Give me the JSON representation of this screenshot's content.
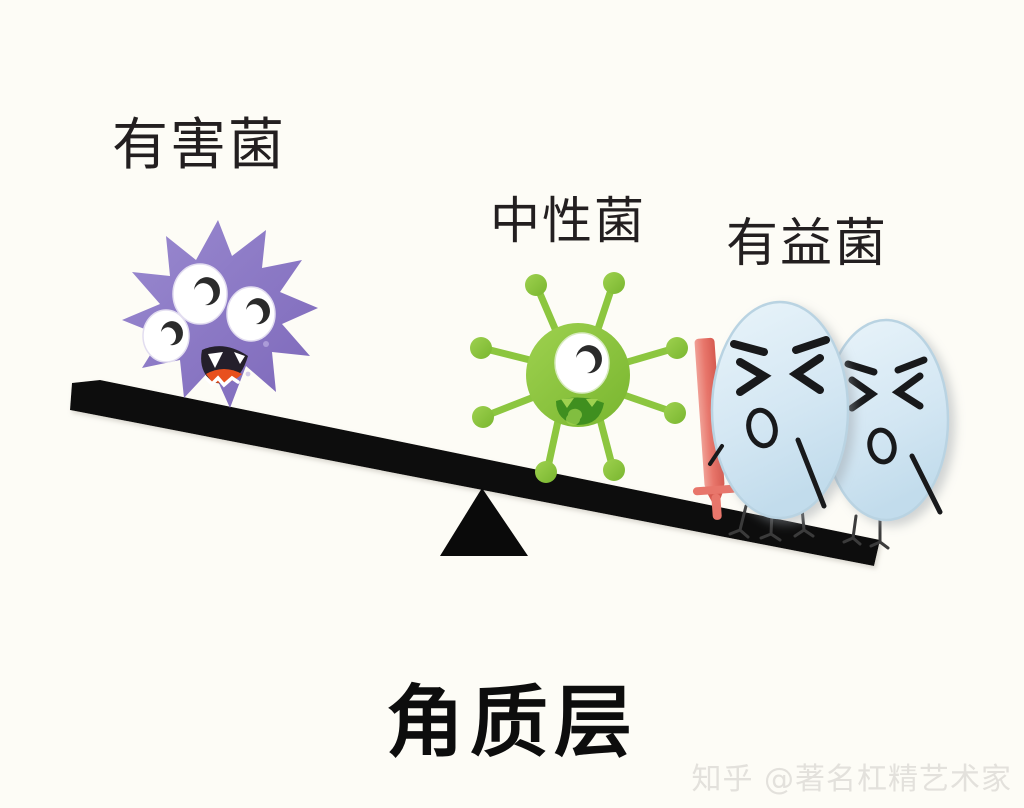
{
  "illustration": {
    "title": "角质层",
    "background_color": "#fdfcf6",
    "watermark": "知乎 @著名杠精艺术家",
    "labels": {
      "harmful": "有害菌",
      "neutral": "中性菌",
      "beneficial": "有益菌"
    },
    "colors": {
      "harmful_bacteria": "#8a78c4",
      "neutral_bacteria": "#8cc63f",
      "beneficial_bacteria": "#d6e7f2",
      "sword": "#e8766b",
      "beam": "#0a0a0a",
      "fulcrum": "#0a0a0a",
      "text": "#231f20",
      "watermark": "#e3e1dc"
    },
    "scene": {
      "description": "seesaw-balance",
      "beam_tilt": "down-to-the-right",
      "fulcrum_position": "center",
      "left_side_load": "1 purple spiky virus",
      "center_load": "1 green one-eyed virus",
      "right_side_load": "2 blue oval bacteria with swords"
    },
    "characters": {
      "harmful": {
        "name": "purple-spiky-virus",
        "eyes": 3,
        "mouth": "open-with-fangs"
      },
      "neutral": {
        "name": "green-knobbed-virus",
        "eyes": 1,
        "mouth": "open-smile"
      },
      "beneficial": {
        "name": "blue-oval-bacteria",
        "count": 2,
        "expression": "angry",
        "holding": "sword"
      }
    }
  }
}
